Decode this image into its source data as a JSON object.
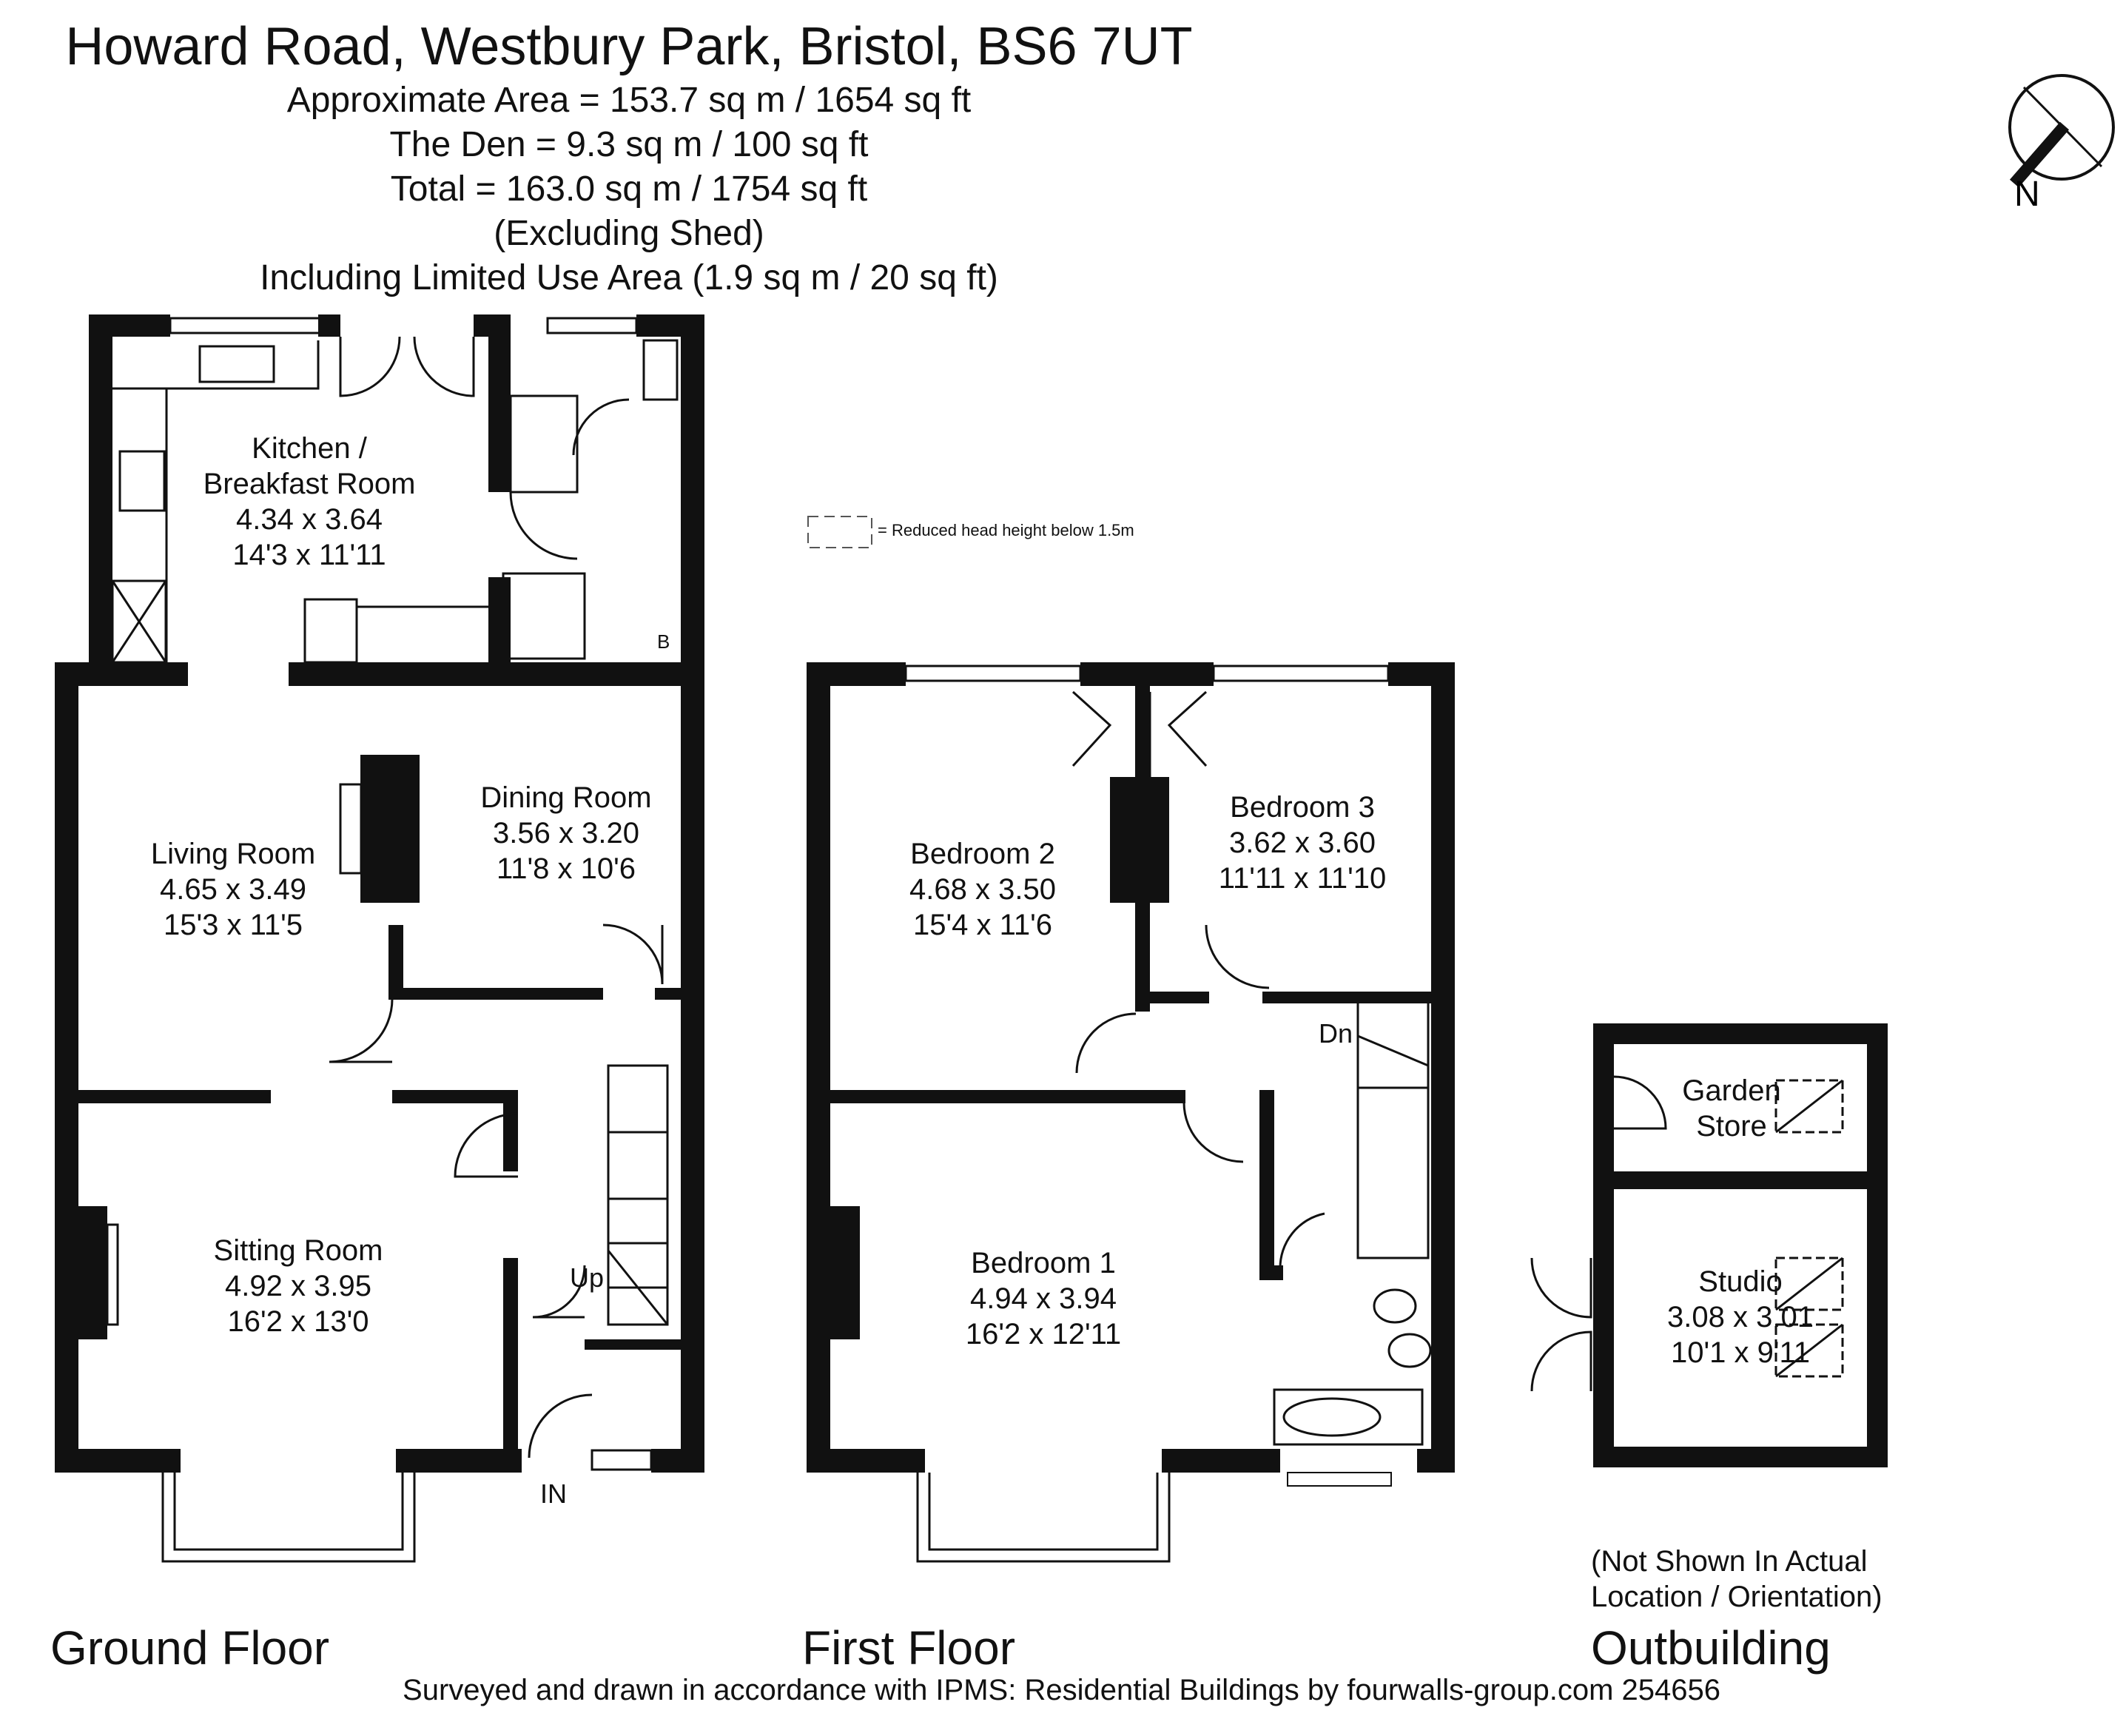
{
  "header": {
    "title": "Howard Road, Westbury Park, Bristol, BS6 7UT",
    "lines": [
      "Approximate  Area = 153.7 sq m / 1654 sq ft",
      "The Den = 9.3 sq m / 100 sq ft",
      "Total = 163.0 sq m / 1754 sq ft",
      "(Excluding Shed)",
      "Including Limited Use Area (1.9 sq m / 20 sq ft)"
    ]
  },
  "compass": {
    "label": "N"
  },
  "legend": {
    "text": "= Reduced head height below 1.5m"
  },
  "rooms": {
    "kitchen": {
      "name1": "Kitchen /",
      "name2": "Breakfast Room",
      "metric": "4.34 x 3.64",
      "imperial": "14'3 x 11'11"
    },
    "dining": {
      "name": "Dining Room",
      "metric": "3.56 x 3.20",
      "imperial": "11'8 x 10'6"
    },
    "living": {
      "name": "Living Room",
      "metric": "4.65 x 3.49",
      "imperial": "15'3 x 11'5"
    },
    "sitting": {
      "name": "Sitting Room",
      "metric": "4.92 x 3.95",
      "imperial": "16'2 x 13'0"
    },
    "bedroom2": {
      "name": "Bedroom 2",
      "metric": "4.68 x 3.50",
      "imperial": "15'4 x 11'6"
    },
    "bedroom3": {
      "name": "Bedroom 3",
      "metric": "3.62 x 3.60",
      "imperial": "11'11 x 11'10"
    },
    "bedroom1": {
      "name": "Bedroom 1",
      "metric": "4.94 x 3.94",
      "imperial": "16'2 x 12'11"
    },
    "garden_store": {
      "name1": "Garden",
      "name2": "Store"
    },
    "studio": {
      "name": "Studio",
      "metric": "3.08 x 3.01",
      "imperial": "10'1 x 9'11"
    }
  },
  "marks": {
    "up": "Up",
    "down": "Dn",
    "entrance": "IN",
    "boiler": "B"
  },
  "floors": {
    "ground": "Ground Floor",
    "first": "First Floor",
    "outbuilding": "Outbuilding"
  },
  "outbuilding_note": {
    "line1": "(Not Shown In Actual",
    "line2": "Location / Orientation)"
  },
  "footer": "Surveyed and drawn in accordance with IPMS: Residential Buildings by fourwalls-group.com 254656"
}
